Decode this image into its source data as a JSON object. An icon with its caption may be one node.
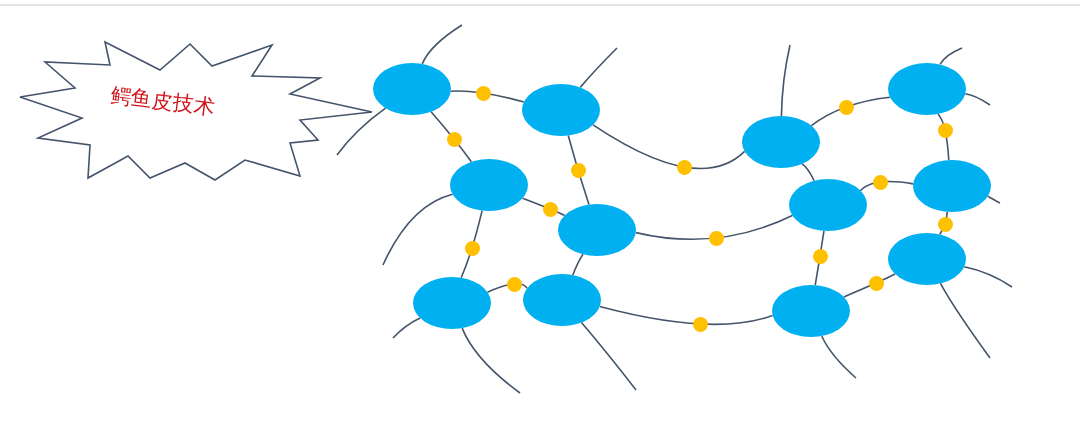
{
  "diagram": {
    "nodes": [
      {
        "text": [
          "鳄鱼皮技术"
        ]
      },
      {
        "text": [],
        "shape": "ellipse"
      },
      {
        "text": [],
        "shape": "ellipse"
      },
      {
        "text": [],
        "shape": "ellipse"
      },
      {
        "text": [],
        "shape": "ellipse"
      },
      {
        "text": [],
        "shape": "ellipse"
      },
      {
        "text": [],
        "shape": "ellipse"
      },
      {
        "text": [],
        "shape": "ellipse"
      },
      {
        "text": [],
        "shape": "ellipse"
      },
      {
        "text": [],
        "shape": "ellipse"
      },
      {
        "text": [],
        "shape": "ellipse"
      },
      {
        "text": [],
        "shape": "ellipse"
      },
      {
        "text": [],
        "shape": "ellipse"
      }
    ],
    "edges": [
      {
        "from": 1,
        "to": 2,
        "arrow": "none"
      },
      {
        "from": 1,
        "to": 5,
        "arrow": "none"
      },
      {
        "from": 2,
        "to": 6,
        "arrow": "none"
      },
      {
        "from": 2,
        "to": 3,
        "arrow": "none"
      },
      {
        "from": 3,
        "to": 4,
        "arrow": "none"
      },
      {
        "from": 4,
        "to": 8,
        "arrow": "none"
      },
      {
        "from": 5,
        "to": 6,
        "arrow": "none"
      },
      {
        "from": 5,
        "to": 9,
        "arrow": "none"
      },
      {
        "from": 6,
        "to": 7,
        "arrow": "none"
      },
      {
        "from": 7,
        "to": 8,
        "arrow": "none"
      },
      {
        "from": 8,
        "to": 12,
        "arrow": "none"
      },
      {
        "from": 7,
        "to": 11,
        "arrow": "none"
      },
      {
        "from": 9,
        "to": 10,
        "arrow": "none"
      },
      {
        "from": 10,
        "to": 11,
        "arrow": "none"
      },
      {
        "from": 11,
        "to": 12,
        "arrow": "none"
      },
      {
        "from": 6,
        "to": 10,
        "arrow": "none"
      },
      {
        "from": 3,
        "to": 7,
        "arrow": "none"
      },
      {
        "from": 1,
        "to": null,
        "arrow": "none"
      },
      {
        "from": 1,
        "to": null,
        "arrow": "none"
      },
      {
        "from": 2,
        "to": null,
        "arrow": "none"
      },
      {
        "from": 3,
        "to": null,
        "arrow": "none"
      },
      {
        "from": 4,
        "to": null,
        "arrow": "none"
      },
      {
        "from": 4,
        "to": null,
        "arrow": "none"
      },
      {
        "from": 5,
        "to": null,
        "arrow": "none"
      },
      {
        "from": 8,
        "to": null,
        "arrow": "none"
      },
      {
        "from": 9,
        "to": null,
        "arrow": "none"
      },
      {
        "from": 9,
        "to": null,
        "arrow": "none"
      },
      {
        "from": 10,
        "to": null,
        "arrow": "none"
      },
      {
        "from": 11,
        "to": null,
        "arrow": "none"
      },
      {
        "from": 12,
        "to": null,
        "arrow": "none"
      },
      {
        "from": 12,
        "to": null,
        "arrow": "none"
      }
    ]
  }
}
